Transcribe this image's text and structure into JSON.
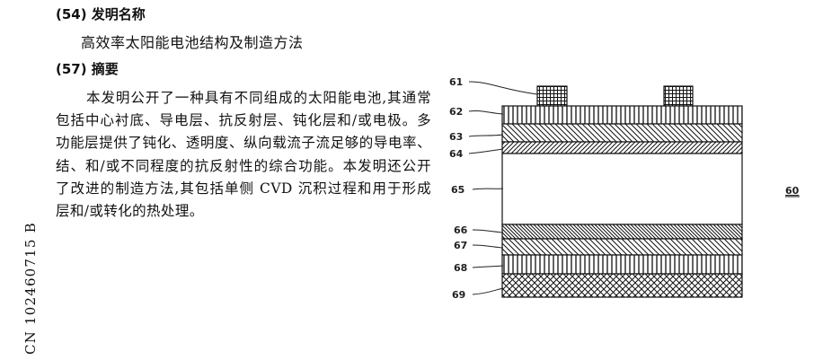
{
  "sections": {
    "title_heading": "(54) 发明名称",
    "title": "高效率太阳能电池结构及制造方法",
    "abstract_heading": "(57) 摘要",
    "abstract": "本发明公开了一种具有不同组成的太阳能电池,其通常包括中心衬底、导电层、抗反射层、钝化层和/或电极。多功能层提供了钝化、透明度、纵向载流子流足够的导电率、结、和/或不同程度的抗反射性的综合功能。本发明还公开了改进的制造方法,其包括单侧 CVD 沉积过程和用于形成层和/或转化的热处理。"
  },
  "side_code": "CN 102460715 B",
  "figure": {
    "labels": [
      "61",
      "62",
      "63",
      "64",
      "65",
      "66",
      "67",
      "68",
      "69"
    ],
    "figure_number": "60"
  }
}
